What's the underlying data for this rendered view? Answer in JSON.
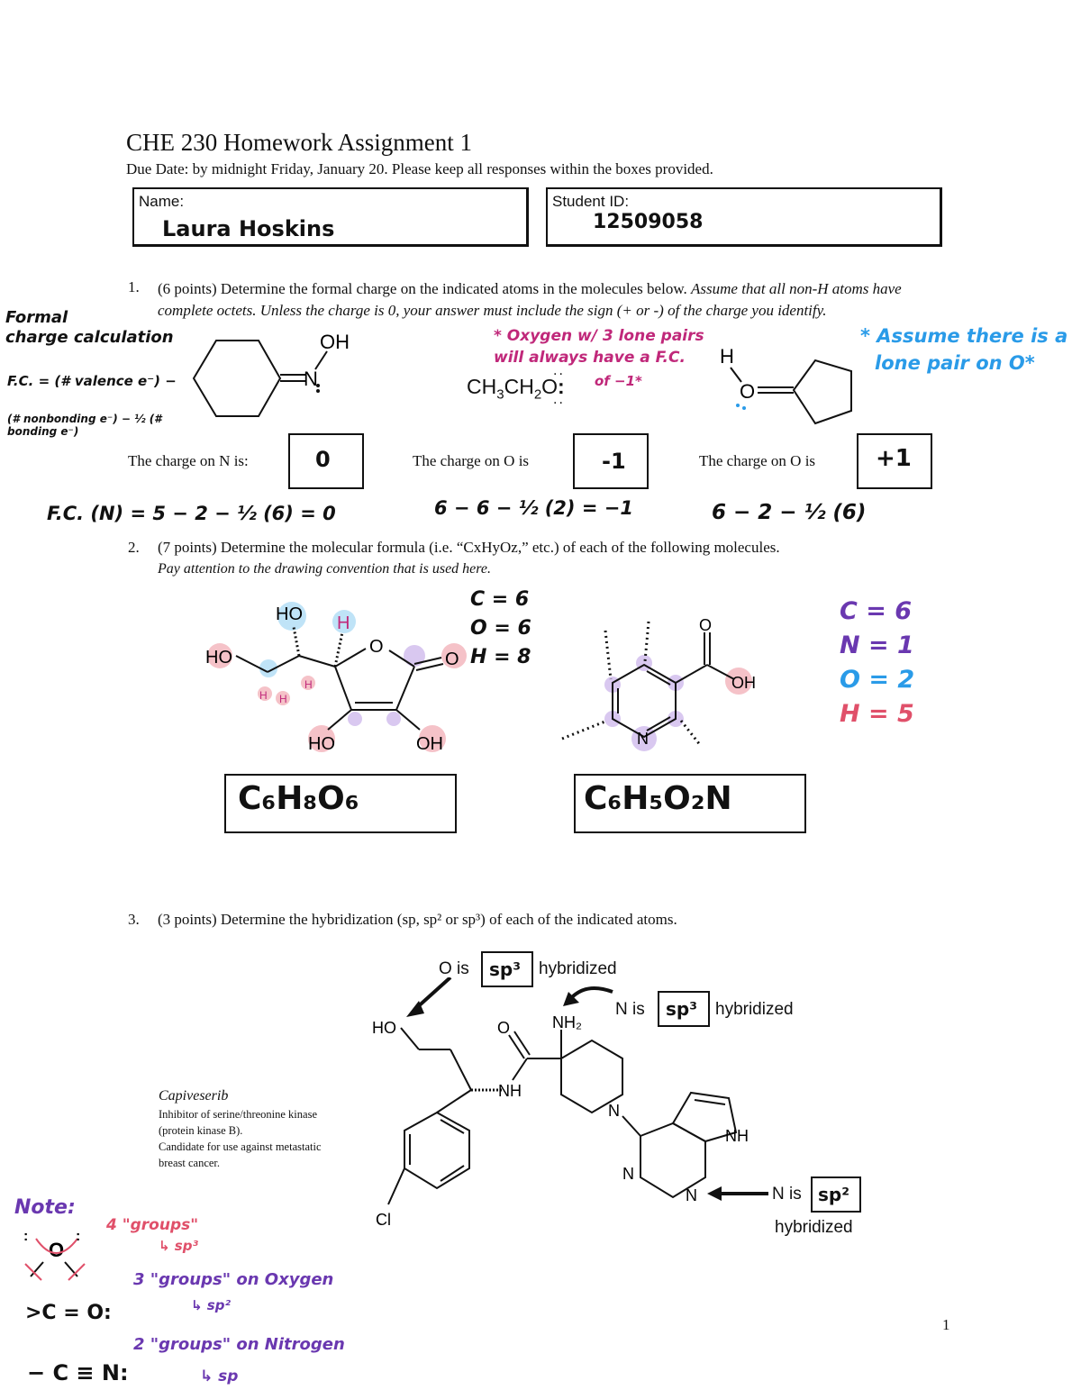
{
  "header": {
    "title": "CHE 230 Homework Assignment 1",
    "due": "Due Date:  by midnight Friday, January 20.  Please keep all responses within the boxes provided."
  },
  "student": {
    "name_label": "Name:",
    "name_value": "Laura Hoskins",
    "id_label": "Student ID:",
    "id_value": "12509058"
  },
  "q1": {
    "num": "1.",
    "prompt": "(6 points)  Determine the formal charge on the indicated atoms in the molecules below.",
    "instruction": "Assume that all non-H atoms have complete octets.  Unless the charge is 0, your answer must include the sign (+ or -) of the charge you identify.",
    "label_n": "The charge on N is:",
    "label_o1": "The charge on O is",
    "label_o2": "The charge on O is",
    "answer_n": "0",
    "answer_o1": "-1",
    "answer_o2": "+1",
    "mol2_formula_a": "CH",
    "mol2_formula_b": "3",
    "mol2_formula_c": "CH",
    "mol2_formula_d": "2",
    "mol2_formula_e": "O",
    "atom_oh": "OH",
    "atom_n": "N",
    "atom_h": "H",
    "atom_o": "O",
    "notes": {
      "fc_title1": "Formal",
      "fc_title2": "charge calculation",
      "fc_line1": "F.C. = (# valence e⁻) −",
      "fc_line2": "(# nonbonding e⁻) − ½ (# bonding e⁻)",
      "oxygen_note1": "* Oxygen w/ 3 lone pairs",
      "oxygen_note2": "will always have a F.C.",
      "oxygen_note3": "of −1*",
      "assume_note1": "* Assume there is a",
      "assume_note2": "lone pair on O*",
      "calc_n": "F.C. (N) = 5 − 2 − ½ (6) = 0",
      "calc_o1": "6 − 6 − ½ (2) = −1",
      "calc_o2": "6 − 2 − ½ (6)"
    }
  },
  "q2": {
    "num": "2.",
    "prompt": "(7 points)  Determine the molecular formula (i.e. “CxHyOz,” etc.) of each of the following molecules.",
    "instruction": "Pay attention to the drawing convention that is used here.",
    "answer1": "C₆H₈O₆",
    "answer2": "C₆H₅O₂N",
    "count1": [
      "C = 6",
      "O = 6",
      "H = 8"
    ],
    "count2": [
      "C = 6",
      "N = 1",
      "O = 2",
      "H = 5"
    ],
    "atoms1": [
      "HO",
      "H",
      "O",
      "HO",
      "O",
      "HO",
      "OH",
      "H",
      "H",
      "H"
    ],
    "atoms2": [
      "O",
      "OH",
      "N"
    ]
  },
  "q3": {
    "num": "3.",
    "prompt": "(3 points)  Determine the hybridization (sp, sp² or sp³) of each of the indicated atoms.",
    "o_is": "O is",
    "o_answer": "sp³",
    "n1_is": "N is",
    "n1_answer": "sp³",
    "n2_is": "N is",
    "n2_answer": "sp²",
    "hybridized": "hybridized",
    "drug_name": "Capiveserib",
    "drug_desc": [
      "Inhibitor of serine/threonine kinase",
      "(protein kinase B).",
      "Candidate for use against metastatic",
      " breast cancer."
    ],
    "atoms": [
      "HO",
      "O",
      "NH₂",
      "NH",
      "N",
      "NH",
      "N",
      "N",
      "Cl"
    ],
    "notes": {
      "note_title": "Note:",
      "groups4": "4 \"groups\"",
      "sp3": "↳ sp³",
      "groups3": "3 \"groups\" on Oxygen",
      "sp2": "↳ sp²",
      "groups2": "2 \"groups\" on Nitrogen",
      "sp": "↳ sp"
    }
  },
  "page_number": "1",
  "colors": {
    "ink_blue": "#2a9be8",
    "ink_pink": "#c0287a",
    "ink_red": "#e0506a",
    "ink_purple": "#6a38b0",
    "hl_blue": "#bfe3f7",
    "hl_purple": "#d9c8f0",
    "hl_red": "#f5c2c8"
  }
}
